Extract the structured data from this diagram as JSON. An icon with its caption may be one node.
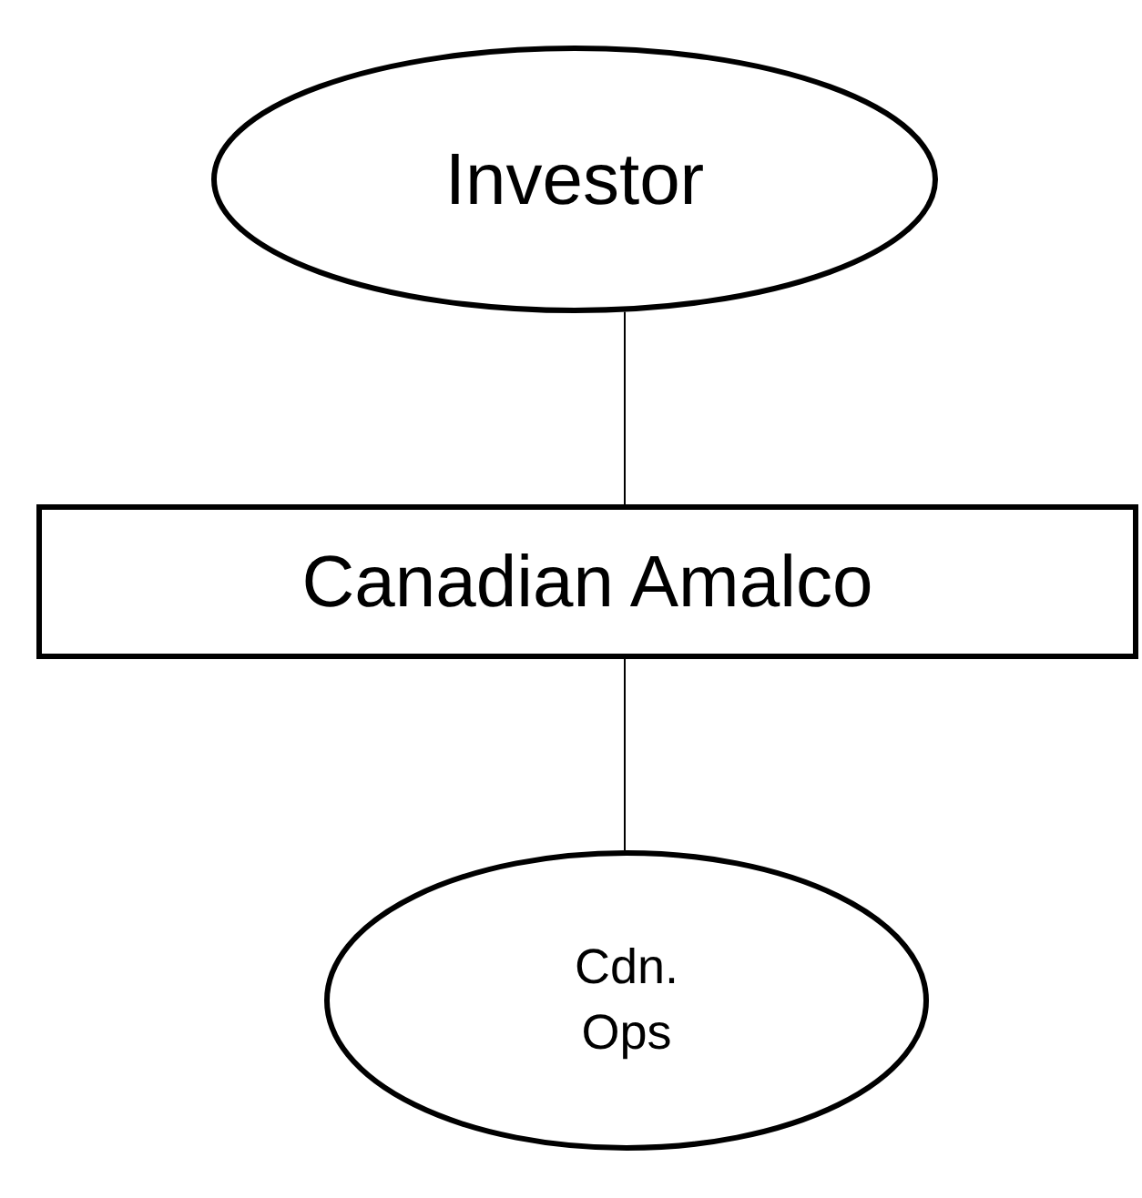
{
  "diagram": {
    "nodes": [
      {
        "text": [
          "Investor"
        ]
      },
      {
        "text": [
          "Canadian Amalco"
        ]
      },
      {
        "text": [
          "Cdn. Ops"
        ]
      }
    ],
    "edges": [
      {
        "from": 0,
        "to": 1,
        "arrow": "none"
      },
      {
        "from": 1,
        "to": 2,
        "arrow": "none"
      }
    ]
  }
}
